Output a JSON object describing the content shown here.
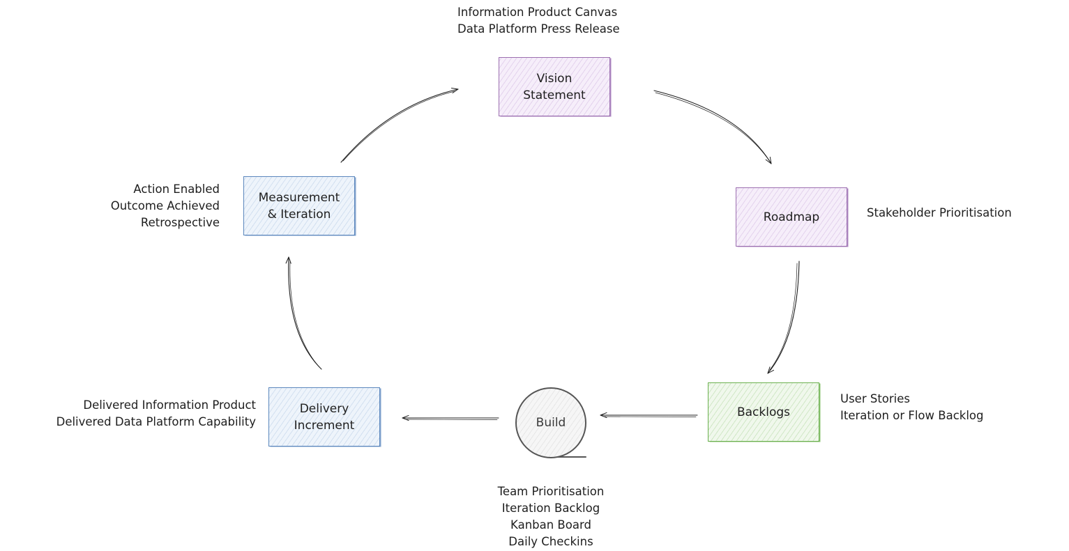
{
  "nodes": {
    "vision": {
      "lines": [
        "Vision",
        "Statement"
      ],
      "color": "#9c6fb0"
    },
    "roadmap": {
      "lines": [
        "Roadmap"
      ],
      "color": "#9c6fb0"
    },
    "backlogs": {
      "lines": [
        "Backlogs"
      ],
      "color": "#6bb04f"
    },
    "build": {
      "lines": [
        "Build"
      ],
      "color": "#555555"
    },
    "delivery": {
      "lines": [
        "Delivery",
        "Increment"
      ],
      "color": "#5b87bd"
    },
    "measurement": {
      "lines": [
        "Measurement",
        "& Iteration"
      ],
      "color": "#5b87bd"
    }
  },
  "annotations": {
    "vision": [
      "Information Product Canvas",
      "Data Platform Press Release"
    ],
    "roadmap": [
      "Stakeholder Prioritisation"
    ],
    "backlogs": [
      "User Stories",
      "Iteration or Flow Backlog"
    ],
    "build": [
      "Team Prioritisation",
      "Iteration Backlog",
      "Kanban Board",
      "Daily Checkins"
    ],
    "delivery": [
      "Delivered Information Product",
      "Delivered Data Platform Capability"
    ],
    "measurement": [
      "Action Enabled",
      "Outcome Achieved",
      "Retrospective"
    ]
  },
  "connectors": [
    {
      "from": "vision",
      "to": "roadmap"
    },
    {
      "from": "roadmap",
      "to": "backlogs"
    },
    {
      "from": "backlogs",
      "to": "build"
    },
    {
      "from": "build",
      "to": "delivery"
    },
    {
      "from": "delivery",
      "to": "measurement"
    },
    {
      "from": "measurement",
      "to": "vision"
    }
  ]
}
